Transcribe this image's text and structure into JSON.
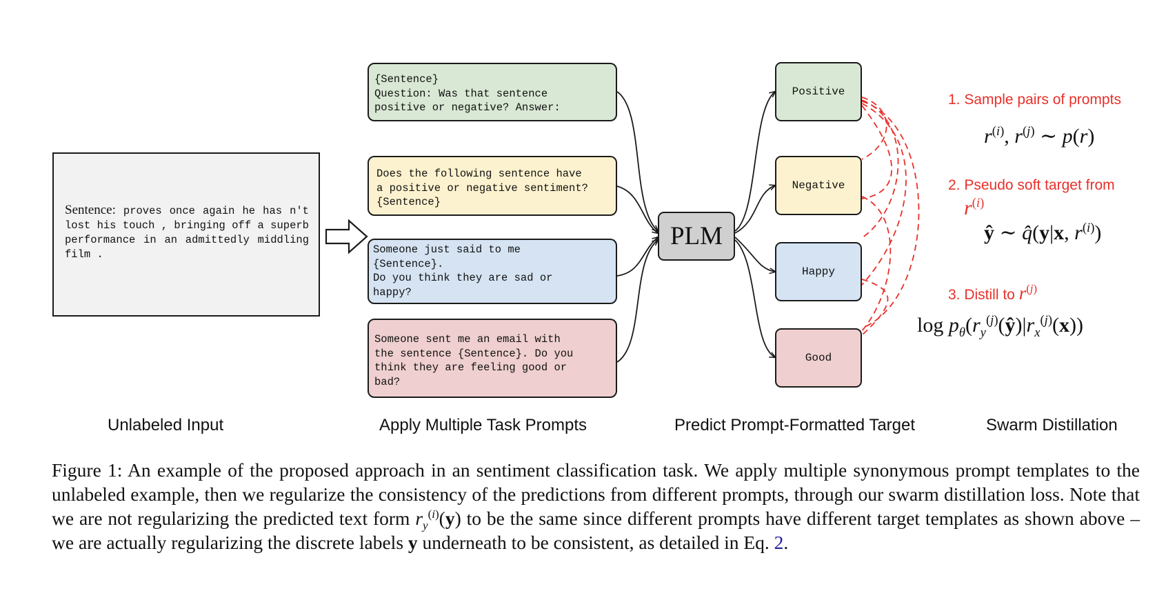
{
  "input": {
    "label": "Sentence:",
    "text": "proves once again he has n't lost his touch , bringing off a superb performance in an admittedly middling film ."
  },
  "prompts": [
    {
      "text": "{Sentence}\nQuestion: Was that sentence\npositive or negative? Answer:"
    },
    {
      "text": "Does the following sentence have\na positive or negative sentiment?\n{Sentence}"
    },
    {
      "text": "Someone just said to me\n{Sentence}.\nDo you think they are sad or\nhappy?"
    },
    {
      "text": "Someone sent me an email with\nthe sentence {Sentence}. Do you\nthink they are feeling good or\nbad?"
    }
  ],
  "plm": "PLM",
  "targets": [
    "Positive",
    "Negative",
    "Happy",
    "Good"
  ],
  "steps": [
    {
      "label": "1. Sample pairs of prompts"
    },
    {
      "label": "2. Pseudo soft target from"
    },
    {
      "label": "3. Distill to"
    }
  ],
  "column_labels": [
    "Unlabeled Input",
    "Apply Multiple Task Prompts",
    "Predict Prompt-Formatted Target",
    "Swarm Distillation"
  ],
  "caption": {
    "part1": "Figure 1: An example of the proposed approach in an sentiment classification task. We apply multiple synonymous prompt templates to the unlabeled example, then we regularize the consistency of the predictions from different prompts, through our swarm distillation loss. Note that we are not regularizing the predicted text form ",
    "part2": " to be the same since different prompts have different target templates as shown above – we are actually regularizing the discrete labels ",
    "part3": " underneath to be consistent, as detailed in Eq. ",
    "eq_ref": "2",
    "end": "."
  },
  "colors": {
    "input_bg": "#f1f2f1",
    "green": "#d9e8d4",
    "yellow": "#fdf2cf",
    "blue": "#d5e3f2",
    "red_box": "#efcfcf",
    "plm_bg": "#d0d0d0",
    "annotation_red": "#e8302a",
    "link_blue": "#1f1f9c"
  }
}
